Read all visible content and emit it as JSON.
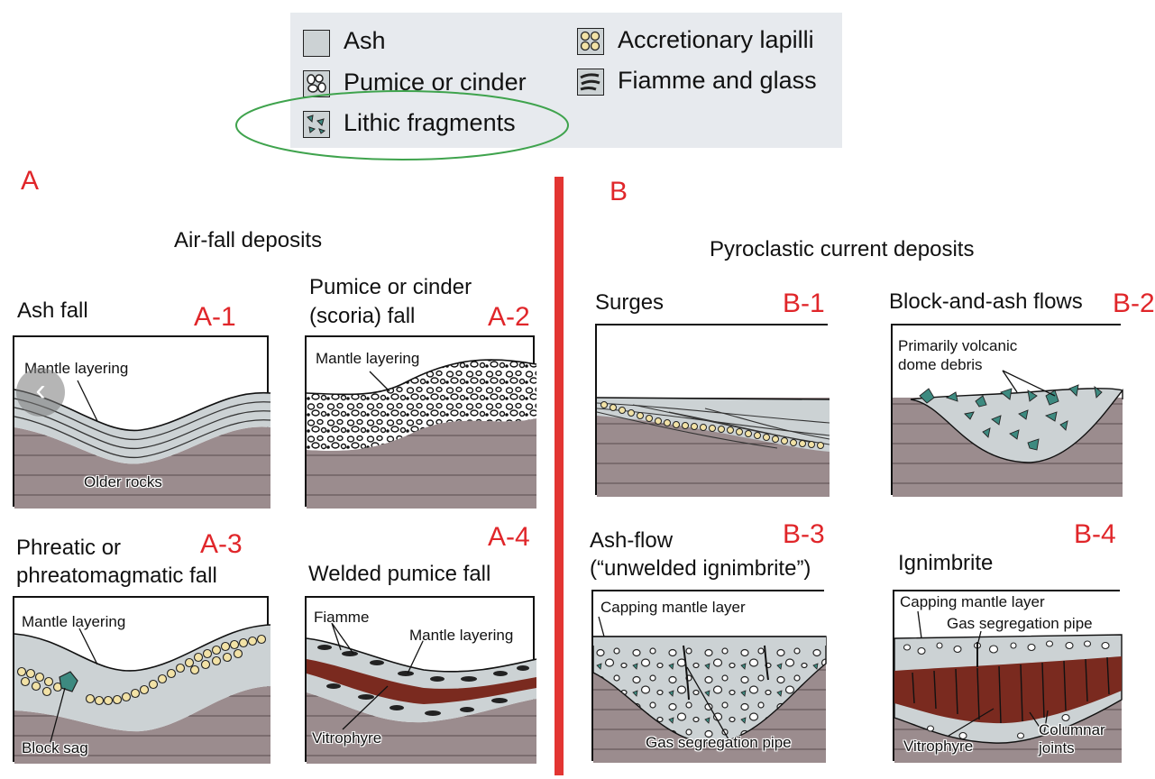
{
  "legend": {
    "items": [
      {
        "label": "Ash",
        "icon": "ash-swatch-icon"
      },
      {
        "label": "Pumice or cinder",
        "icon": "pumice-swatch-icon"
      },
      {
        "label": "Lithic fragments",
        "icon": "lithic-swatch-icon"
      },
      {
        "label": "Accretionary lapilli",
        "icon": "lapilli-swatch-icon"
      },
      {
        "label": "Fiamme and glass",
        "icon": "fiamme-swatch-icon"
      }
    ],
    "highlight_color": "#3fa34d"
  },
  "sections": {
    "a": {
      "letter": "A",
      "title": "Air-fall deposits"
    },
    "b": {
      "letter": "B",
      "title": "Pyroclastic current deposits"
    }
  },
  "panels": {
    "a1": {
      "id": "A-1",
      "title": "Ash fall",
      "labels": {
        "mantle": "Mantle layering",
        "older": "Older rocks"
      }
    },
    "a2": {
      "id": "A-2",
      "title_line1": "Pumice or cinder",
      "title_line2": "(scoria) fall",
      "labels": {
        "mantle": "Mantle layering"
      }
    },
    "a3": {
      "id": "A-3",
      "title_line1": "Phreatic or",
      "title_line2": "phreatomagmatic fall",
      "labels": {
        "mantle": "Mantle layering",
        "sag": "Block sag"
      }
    },
    "a4": {
      "id": "A-4",
      "title": "Welded pumice fall",
      "labels": {
        "fiamme": "Fiamme",
        "mantle": "Mantle layering",
        "vitrophyre": "Vitrophyre"
      }
    },
    "b1": {
      "id": "B-1",
      "title": "Surges"
    },
    "b2": {
      "id": "B-2",
      "title": "Block-and-ash flows",
      "labels": {
        "debris_line1": "Primarily volcanic",
        "debris_line2": "dome debris"
      }
    },
    "b3": {
      "id": "B-3",
      "title_line1": "Ash-flow",
      "title_line2": "(“unwelded ignimbrite”)",
      "labels": {
        "capping": "Capping mantle layer",
        "pipe": "Gas segregation pipe"
      }
    },
    "b4": {
      "id": "B-4",
      "title": "Ignimbrite",
      "labels": {
        "capping": "Capping mantle layer",
        "pipe": "Gas segregation pipe",
        "vitrophyre": "Vitrophyre",
        "joints_line1": "Columnar",
        "joints_line2": "joints"
      }
    }
  },
  "nav": {
    "prev_symbol": "‹"
  },
  "colors": {
    "accent_red": "#e0262a",
    "divider": "#e33532",
    "rock": "#9b8c8e",
    "ash": "#ccd2d4",
    "welded": "#7a2a1f"
  }
}
